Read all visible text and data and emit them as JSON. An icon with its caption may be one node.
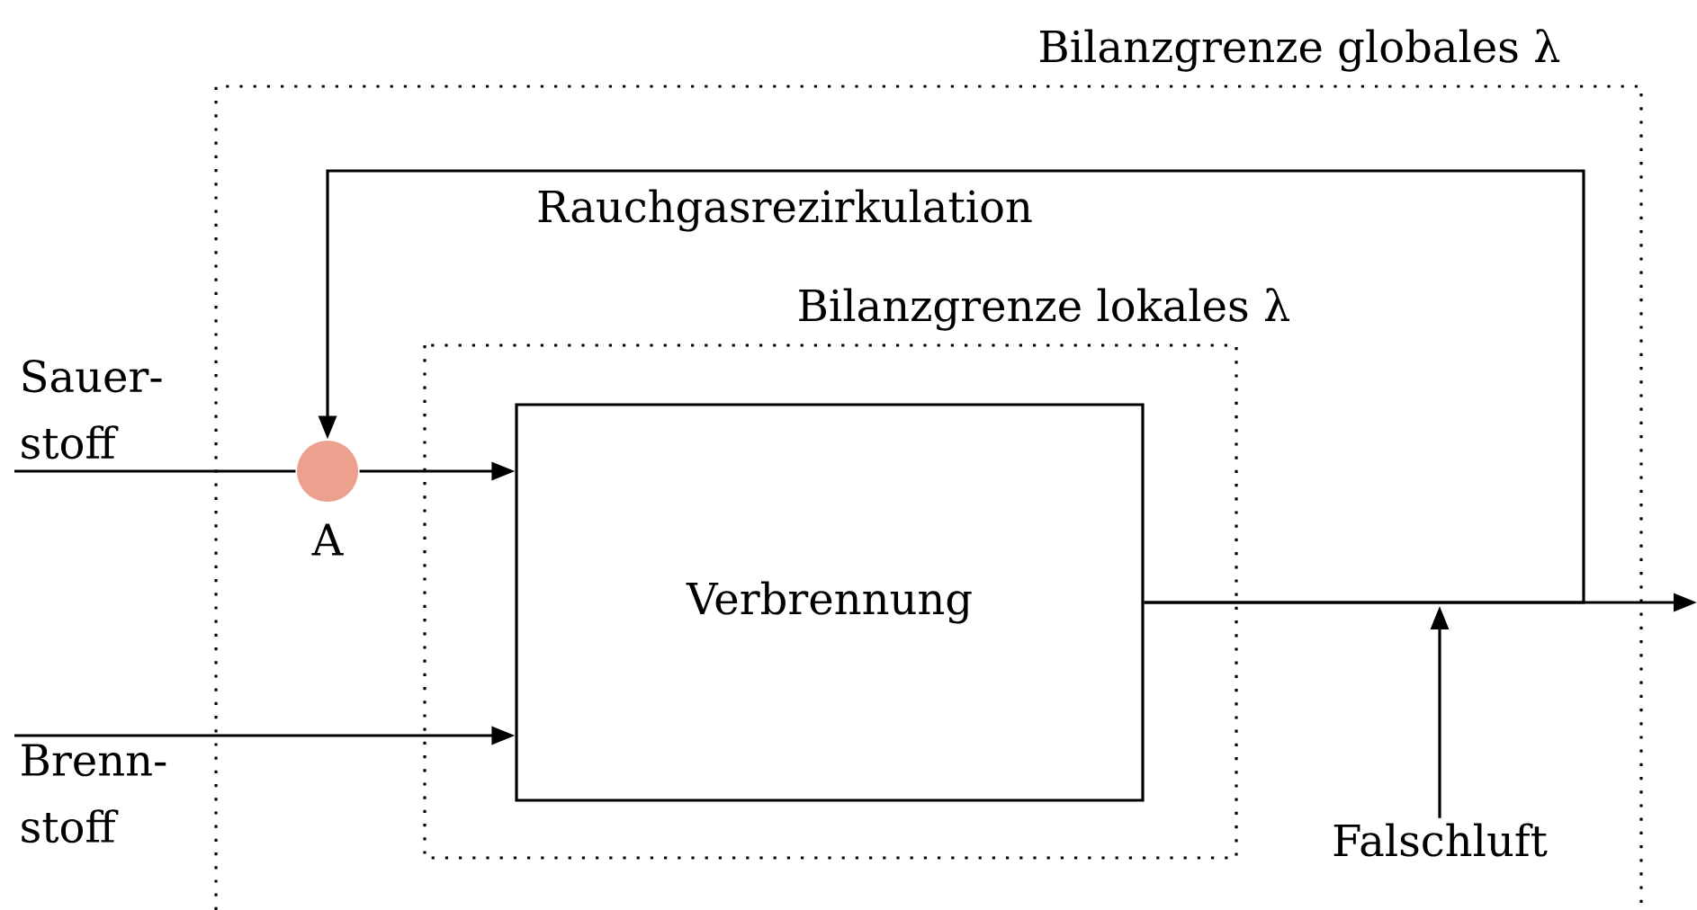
{
  "diagram": {
    "nodes": [
      {
        "text": [
          "Bilanzgrenze globales λ"
        ]
      },
      {
        "text": [
          "Bilanzgrenze lokales λ"
        ],
        "in": 0
      },
      {
        "text": [
          "Verbrennung"
        ],
        "in": 1
      },
      {
        "text": [
          "Sauer- stoff"
        ]
      },
      {
        "text": [
          "Brenn- stoff"
        ]
      },
      {
        "text": [],
        "shape": "circle",
        "beside": [
          "A"
        ],
        "in": 0
      },
      {
        "text": [
          "Falschluft"
        ],
        "in": 0
      }
    ],
    "edges": [
      {
        "from": 3,
        "to": 5,
        "arrow": "none"
      },
      {
        "from": 5,
        "to": 2,
        "arrow": "to"
      },
      {
        "from": 4,
        "to": 2,
        "arrow": "to"
      },
      {
        "from": 2,
        "to": null,
        "arrow": "to"
      },
      {
        "from": 2,
        "to": 5,
        "arrow": "to",
        "label": "Rauchgasrezirkulation"
      },
      {
        "from": 6,
        "to": null,
        "arrow": "to"
      }
    ]
  }
}
